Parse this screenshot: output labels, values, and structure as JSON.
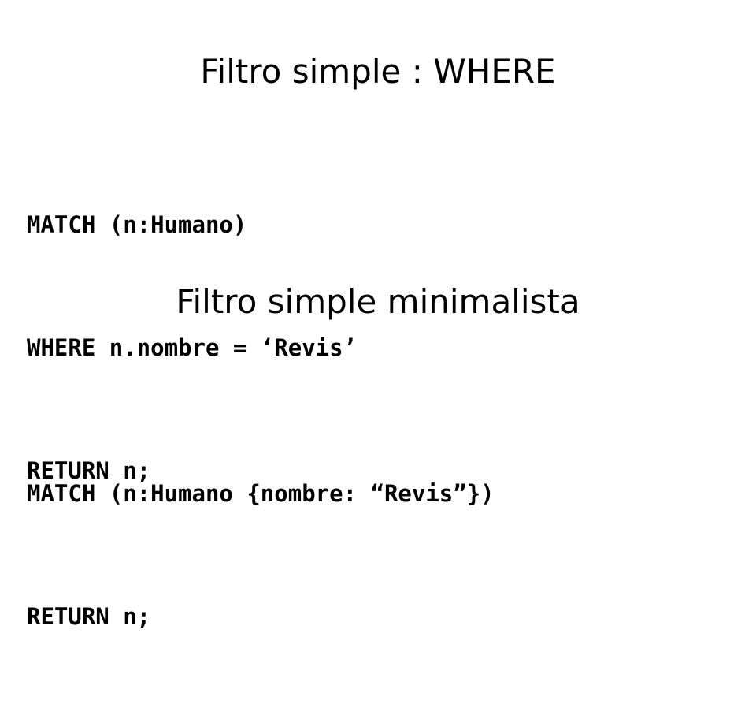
{
  "section1": {
    "title": "Filtro simple : WHERE",
    "code_lines": [
      "MATCH (n:Humano)",
      "WHERE n.nombre = ‘Revis’",
      "RETURN n;"
    ]
  },
  "section2": {
    "title": "Filtro simple minimalista",
    "code_lines": [
      "MATCH (n:Humano {nombre: “Revis”})",
      "RETURN n;"
    ]
  }
}
